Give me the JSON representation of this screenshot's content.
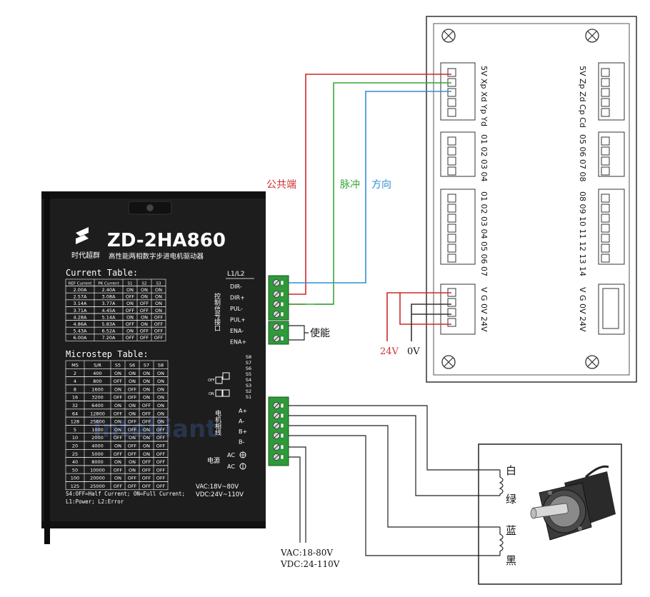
{
  "driver": {
    "brand": "时代超群",
    "model": "ZD-2HA860",
    "subtitle": "高性能两相数字步进电机驱动器",
    "current_table": {
      "title": "Current Table:",
      "headers": [
        "REF Current",
        "PK Current",
        "S1",
        "S2",
        "S3"
      ],
      "rows": [
        [
          "2.00A",
          "2.40A",
          "ON",
          "ON",
          "ON"
        ],
        [
          "2.57A",
          "3.08A",
          "OFF",
          "ON",
          "ON"
        ],
        [
          "3.14A",
          "3.77A",
          "ON",
          "OFF",
          "ON"
        ],
        [
          "3.71A",
          "4.45A",
          "OFF",
          "OFF",
          "ON"
        ],
        [
          "4.28A",
          "5.14A",
          "ON",
          "ON",
          "OFF"
        ],
        [
          "4.86A",
          "5.83A",
          "OFF",
          "ON",
          "OFF"
        ],
        [
          "5.43A",
          "6.52A",
          "ON",
          "OFF",
          "OFF"
        ],
        [
          "6.00A",
          "7.20A",
          "OFF",
          "OFF",
          "OFF"
        ]
      ]
    },
    "microstep_table": {
      "title": "Microstep Table:",
      "headers": [
        "MS",
        "S/R",
        "S5",
        "S6",
        "S7",
        "S8"
      ],
      "rows": [
        [
          "2",
          "400",
          "ON",
          "ON",
          "ON",
          "ON"
        ],
        [
          "4",
          "800",
          "OFF",
          "ON",
          "ON",
          "ON"
        ],
        [
          "8",
          "1600",
          "ON",
          "OFF",
          "ON",
          "ON"
        ],
        [
          "16",
          "3200",
          "OFF",
          "OFF",
          "ON",
          "ON"
        ],
        [
          "32",
          "6400",
          "ON",
          "ON",
          "OFF",
          "ON"
        ],
        [
          "64",
          "12800",
          "OFF",
          "ON",
          "OFF",
          "ON"
        ],
        [
          "128",
          "25600",
          "ON",
          "OFF",
          "OFF",
          "ON"
        ],
        [
          "5",
          "1000",
          "ON",
          "OFF",
          "ON",
          "OFF"
        ],
        [
          "10",
          "2000",
          "OFF",
          "ON",
          "ON",
          "OFF"
        ],
        [
          "20",
          "4000",
          "ON",
          "OFF",
          "ON",
          "OFF"
        ],
        [
          "25",
          "5000",
          "OFF",
          "OFF",
          "ON",
          "OFF"
        ],
        [
          "40",
          "8000",
          "ON",
          "ON",
          "OFF",
          "OFF"
        ],
        [
          "50",
          "10000",
          "OFF",
          "ON",
          "OFF",
          "OFF"
        ],
        [
          "100",
          "20000",
          "ON",
          "OFF",
          "OFF",
          "OFF"
        ],
        [
          "125",
          "25000",
          "OFF",
          "OFF",
          "OFF",
          "OFF"
        ]
      ]
    },
    "footnote_1": "S4:OFF=Half Current; ON=Full Current;",
    "footnote_2": "L1:Power;  L2:Error",
    "led_label": "L1/L2",
    "control_label": "控制信号接口",
    "signal_pins": [
      "DIR-",
      "DIR+",
      "PUL-",
      "PUL+",
      "ENA-",
      "ENA+"
    ],
    "dip_labels": [
      "S8",
      "S7",
      "S6",
      "S5",
      "S4",
      "S3",
      "S2",
      "S1"
    ],
    "dip_on": "ON",
    "dip_off": "OFF",
    "motor_label": "电机相线",
    "motor_pins": [
      "A+",
      "A-",
      "B+",
      "B-"
    ],
    "power_label": "电源",
    "power_pins": [
      "AC",
      "AC"
    ],
    "power_spec_1": "VAC:18V~80V",
    "power_spec_2": "VDC:24V~110V",
    "watermark": "Intelliant"
  },
  "labels": {
    "common": "公共端",
    "pulse": "脉冲",
    "direction": "方向",
    "enable": "使能",
    "v24": "24V",
    "v0": "0V",
    "supply_1": "VAC:18-80V",
    "supply_2": "VDC:24-110V"
  },
  "board": {
    "left_blocks": [
      [
        "5V",
        "Xp",
        "Xd",
        "Yp",
        "Yd"
      ],
      [
        "01",
        "02",
        "03",
        "04"
      ],
      [
        "01",
        "02",
        "03",
        "04",
        "05",
        "06",
        "07"
      ],
      [
        "V",
        "G",
        "0V",
        "24V"
      ]
    ],
    "right_blocks": [
      [
        "5V",
        "Zp",
        "Zd",
        "Cp",
        "Cd"
      ],
      [
        "05",
        "06",
        "07",
        "08"
      ],
      [
        "08",
        "09",
        "10",
        "11",
        "12",
        "13",
        "14"
      ],
      [
        "V",
        "G",
        "0V",
        "24V"
      ]
    ]
  },
  "motor": {
    "wires": [
      "白",
      "绿",
      "蓝",
      "黑"
    ]
  },
  "colors": {
    "red": "#cc2a2a",
    "green": "#3aa63a",
    "blue": "#2f8fd0",
    "terminal": "#2e9a3a",
    "driver_body": "#1d1d1d",
    "label_red": "#d03030",
    "label_green": "#3aa63a",
    "label_blue": "#2f8fd0"
  }
}
